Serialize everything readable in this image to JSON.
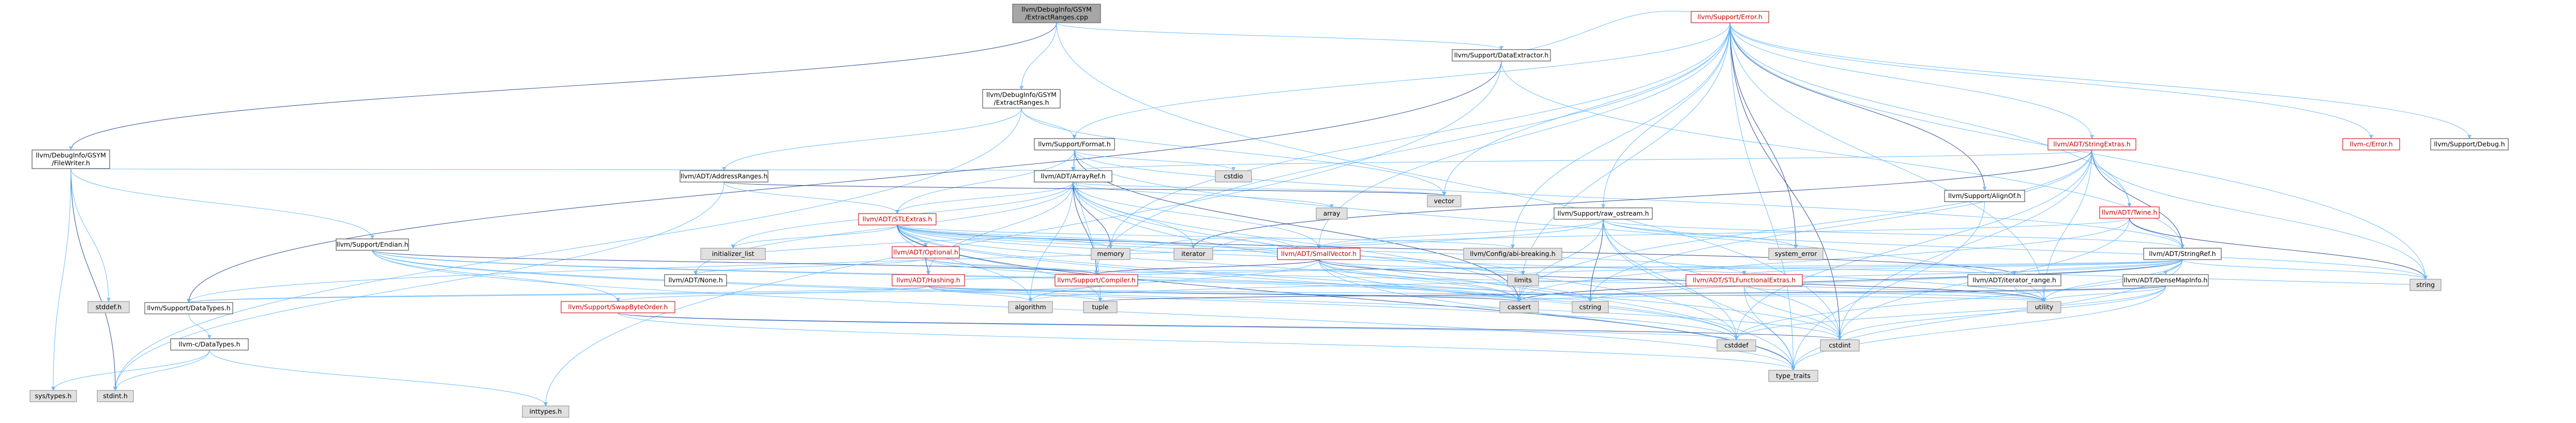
{
  "nodes": [
    {
      "id": "root",
      "style": "root",
      "lines": [
        "llvm/DebugInfo/GSYM",
        "/ExtractRanges.cpp"
      ]
    },
    {
      "id": "gsym_filewriter",
      "style": "normal",
      "lines": [
        "llvm/DebugInfo/GSYM",
        "/FileWriter.h"
      ]
    },
    {
      "id": "gsym_extractranges",
      "style": "normal",
      "lines": [
        "llvm/DebugInfo/GSYM",
        "/ExtractRanges.h"
      ]
    },
    {
      "id": "support_dataextractor",
      "style": "normal",
      "lines": [
        "llvm/Support/DataExtractor.h"
      ]
    },
    {
      "id": "support_error",
      "style": "red",
      "lines": [
        "llvm/Support/Error.h"
      ]
    },
    {
      "id": "support_format",
      "style": "normal",
      "lines": [
        "llvm/Support/Format.h"
      ]
    },
    {
      "id": "adt_stringextras",
      "style": "red",
      "lines": [
        "llvm/ADT/StringExtras.h"
      ]
    },
    {
      "id": "llvmc_error",
      "style": "red",
      "lines": [
        "llvm-c/Error.h"
      ]
    },
    {
      "id": "support_debug",
      "style": "normal",
      "lines": [
        "llvm/Support/Debug.h"
      ]
    },
    {
      "id": "adt_arrayref",
      "style": "normal",
      "lines": [
        "llvm/ADT/ArrayRef.h"
      ]
    },
    {
      "id": "adt_addressranges",
      "style": "normal",
      "lines": [
        "llvm/ADT/AddressRanges.h"
      ]
    },
    {
      "id": "support_alignof",
      "style": "normal",
      "lines": [
        "llvm/Support/AlignOf.h"
      ]
    },
    {
      "id": "adt_twine",
      "style": "red",
      "lines": [
        "llvm/ADT/Twine.h"
      ]
    },
    {
      "id": "support_raw_ostream",
      "style": "normal",
      "lines": [
        "llvm/Support/raw_ostream.h"
      ]
    },
    {
      "id": "adt_stlextras",
      "style": "red",
      "lines": [
        "llvm/ADT/STLExtras.h"
      ]
    },
    {
      "id": "adt_stringref",
      "style": "normal",
      "lines": [
        "llvm/ADT/StringRef.h"
      ]
    },
    {
      "id": "support_endian",
      "style": "normal",
      "lines": [
        "llvm/Support/Endian.h"
      ]
    },
    {
      "id": "adt_optional",
      "style": "red",
      "lines": [
        "llvm/ADT/Optional.h"
      ]
    },
    {
      "id": "adt_smallvector",
      "style": "red",
      "lines": [
        "llvm/ADT/SmallVector.h"
      ]
    },
    {
      "id": "config_abi_breaking",
      "style": "sys",
      "lines": [
        "llvm/Config/abi-breaking.h"
      ]
    },
    {
      "id": "adt_stlfunctionalextras",
      "style": "red",
      "lines": [
        "llvm/ADT/STLFunctionalExtras.h"
      ]
    },
    {
      "id": "adt_densemapinfo",
      "style": "normal",
      "lines": [
        "llvm/ADT/DenseMapInfo.h"
      ]
    },
    {
      "id": "adt_iterator_range",
      "style": "normal",
      "lines": [
        "llvm/ADT/iterator_range.h"
      ]
    },
    {
      "id": "adt_none",
      "style": "normal",
      "lines": [
        "llvm/ADT/None.h"
      ]
    },
    {
      "id": "adt_hashing",
      "style": "red",
      "lines": [
        "llvm/ADT/Hashing.h"
      ]
    },
    {
      "id": "support_compiler",
      "style": "red",
      "lines": [
        "llvm/Support/Compiler.h"
      ]
    },
    {
      "id": "support_swapbyteorder",
      "style": "red",
      "lines": [
        "llvm/Support/SwapByteOrder.h"
      ]
    },
    {
      "id": "support_datatypes",
      "style": "normal",
      "lines": [
        "llvm/Support/DataTypes.h"
      ]
    },
    {
      "id": "llvmc_datatypes",
      "style": "normal",
      "lines": [
        "llvm-c/DataTypes.h"
      ]
    },
    {
      "id": "inttypes",
      "style": "sys",
      "lines": [
        "inttypes.h"
      ]
    },
    {
      "id": "sys_types",
      "style": "sys",
      "lines": [
        "sys/types.h"
      ]
    },
    {
      "id": "stdint",
      "style": "sys",
      "lines": [
        "stdint.h"
      ]
    },
    {
      "id": "stddef",
      "style": "sys",
      "lines": [
        "stddef.h"
      ]
    },
    {
      "id": "cstdio",
      "style": "sys",
      "lines": [
        "cstdio"
      ]
    },
    {
      "id": "array",
      "style": "sys",
      "lines": [
        "array"
      ]
    },
    {
      "id": "vector",
      "style": "sys",
      "lines": [
        "vector"
      ]
    },
    {
      "id": "system_error",
      "style": "sys",
      "lines": [
        "system_error"
      ]
    },
    {
      "id": "initializer_list",
      "style": "sys",
      "lines": [
        "initializer_list"
      ]
    },
    {
      "id": "memory",
      "style": "sys",
      "lines": [
        "memory"
      ]
    },
    {
      "id": "iterator",
      "style": "sys",
      "lines": [
        "iterator"
      ]
    },
    {
      "id": "limits",
      "style": "sys",
      "lines": [
        "limits"
      ]
    },
    {
      "id": "algorithm",
      "style": "sys",
      "lines": [
        "algorithm"
      ]
    },
    {
      "id": "tuple",
      "style": "sys",
      "lines": [
        "tuple"
      ]
    },
    {
      "id": "cassert",
      "style": "sys",
      "lines": [
        "cassert"
      ]
    },
    {
      "id": "cstring",
      "style": "sys",
      "lines": [
        "cstring"
      ]
    },
    {
      "id": "utility",
      "style": "sys",
      "lines": [
        "utility"
      ]
    },
    {
      "id": "string",
      "style": "sys",
      "lines": [
        "string"
      ]
    },
    {
      "id": "type_traits",
      "style": "sys",
      "lines": [
        "type_traits"
      ]
    },
    {
      "id": "cstddef",
      "style": "sys",
      "lines": [
        "cstddef"
      ]
    },
    {
      "id": "cstdint",
      "style": "sys",
      "lines": [
        "cstdint"
      ]
    }
  ],
  "edges": [
    [
      "root",
      "gsym_filewriter"
    ],
    [
      "root",
      "gsym_extractranges"
    ],
    [
      "root",
      "support_dataextractor"
    ],
    [
      "root",
      "cstdint"
    ],
    [
      "gsym_filewriter",
      "adt_arrayref"
    ],
    [
      "gsym_filewriter",
      "support_endian"
    ],
    [
      "gsym_filewriter",
      "stddef"
    ],
    [
      "gsym_filewriter",
      "stdint"
    ],
    [
      "gsym_filewriter",
      "sys_types"
    ],
    [
      "gsym_extractranges",
      "adt_addressranges"
    ],
    [
      "gsym_extractranges",
      "support_format"
    ],
    [
      "gsym_extractranges",
      "stdint"
    ],
    [
      "gsym_extractranges",
      "vector"
    ],
    [
      "support_dataextractor",
      "support_error"
    ],
    [
      "support_dataextractor",
      "support_datatypes"
    ],
    [
      "support_dataextractor",
      "adt_stringref"
    ],
    [
      "support_dataextractor",
      "inttypes"
    ],
    [
      "support_error",
      "llvmc_error"
    ],
    [
      "support_error",
      "adt_stringextras"
    ],
    [
      "support_error",
      "adt_twine"
    ],
    [
      "support_error",
      "config_abi_breaking"
    ],
    [
      "support_error",
      "support_alignof"
    ],
    [
      "support_error",
      "support_compiler"
    ],
    [
      "support_error",
      "support_debug"
    ],
    [
      "support_error",
      "support_format"
    ],
    [
      "support_error",
      "support_raw_ostream"
    ],
    [
      "support_error",
      "adt_smallvector"
    ],
    [
      "support_error",
      "cassert"
    ],
    [
      "support_error",
      "cstdint"
    ],
    [
      "support_error",
      "cstdlib"
    ],
    [
      "support_error",
      "functional"
    ],
    [
      "support_error",
      "memory"
    ],
    [
      "support_error",
      "new"
    ],
    [
      "support_error",
      "optional"
    ],
    [
      "support_error",
      "string"
    ],
    [
      "support_error",
      "system_error"
    ],
    [
      "support_error",
      "type_traits"
    ],
    [
      "support_error",
      "utility"
    ],
    [
      "support_error",
      "vector"
    ],
    [
      "support_format",
      "adt_arrayref"
    ],
    [
      "support_format",
      "adt_stlextras"
    ],
    [
      "support_format",
      "adt_stringref"
    ],
    [
      "support_format",
      "cassert"
    ],
    [
      "support_format",
      "cstdio"
    ],
    [
      "support_format",
      "optional"
    ],
    [
      "support_format",
      "tuple"
    ],
    [
      "support_format",
      "utility"
    ],
    [
      "adt_stringextras",
      "adt_arrayref"
    ],
    [
      "adt_stringextras",
      "adt_smallstring"
    ],
    [
      "adt_stringextras",
      "adt_stringref"
    ],
    [
      "adt_stringextras",
      "adt_twine"
    ],
    [
      "adt_stringextras",
      "cassert"
    ],
    [
      "adt_stringextras",
      "cstddef"
    ],
    [
      "adt_stringextras",
      "cstdint"
    ],
    [
      "adt_stringextras",
      "cstdlib"
    ],
    [
      "adt_stringextras",
      "cstring"
    ],
    [
      "adt_stringextras",
      "iterator"
    ],
    [
      "adt_stringextras",
      "string"
    ],
    [
      "adt_stringextras",
      "utility"
    ],
    [
      "adt_arrayref",
      "adt_hashing"
    ],
    [
      "adt_arrayref",
      "adt_none"
    ],
    [
      "adt_arrayref",
      "adt_smallvector"
    ],
    [
      "adt_arrayref",
      "adt_stlextras"
    ],
    [
      "adt_arrayref",
      "support_compiler"
    ],
    [
      "adt_arrayref",
      "algorithm"
    ],
    [
      "adt_arrayref",
      "array"
    ],
    [
      "adt_arrayref",
      "cassert"
    ],
    [
      "adt_arrayref",
      "cstddef"
    ],
    [
      "adt_arrayref",
      "initializer_list"
    ],
    [
      "adt_arrayref",
      "iterator"
    ],
    [
      "adt_arrayref",
      "memory"
    ],
    [
      "adt_arrayref",
      "type_traits"
    ],
    [
      "adt_arrayref",
      "vector"
    ],
    [
      "adt_arrayref",
      "optional"
    ],
    [
      "adt_addressranges",
      "adt_stlextras"
    ],
    [
      "adt_addressranges",
      "assert"
    ],
    [
      "adt_addressranges",
      "stdint"
    ],
    [
      "adt_addressranges",
      "vector"
    ],
    [
      "support_alignof",
      "type_traits"
    ],
    [
      "adt_twine",
      "adt_smallvector"
    ],
    [
      "adt_twine",
      "adt_stringref"
    ],
    [
      "adt_twine",
      "support_errorhandling"
    ],
    [
      "adt_twine",
      "cassert"
    ],
    [
      "adt_twine",
      "cstdint"
    ],
    [
      "adt_twine",
      "string"
    ],
    [
      "support_raw_ostream",
      "adt_smallvector"
    ],
    [
      "support_raw_ostream",
      "adt_stringref"
    ],
    [
      "support_raw_ostream",
      "support_datatypes"
    ],
    [
      "support_raw_ostream",
      "cassert"
    ],
    [
      "support_raw_ostream",
      "cstddef"
    ],
    [
      "support_raw_ostream",
      "cstdint"
    ],
    [
      "support_raw_ostream",
      "cstring"
    ],
    [
      "support_raw_ostream",
      "string"
    ],
    [
      "support_raw_ostream",
      "system_error"
    ],
    [
      "support_raw_ostream",
      "type_traits"
    ],
    [
      "adt_stlextras",
      "adt_optional"
    ],
    [
      "adt_stlextras",
      "adt_stlfunctionalextras"
    ],
    [
      "adt_stlextras",
      "adt_iterator"
    ],
    [
      "adt_stlextras",
      "adt_iterator_range"
    ],
    [
      "adt_stlextras",
      "config_abi_breaking"
    ],
    [
      "adt_stlextras",
      "support_errorhandling"
    ],
    [
      "adt_stlextras",
      "algorithm"
    ],
    [
      "adt_stlextras",
      "cassert"
    ],
    [
      "adt_stlextras",
      "cstddef"
    ],
    [
      "adt_stlextras",
      "cstdint"
    ],
    [
      "adt_stlextras",
      "cstdlib"
    ],
    [
      "adt_stlextras",
      "functional"
    ],
    [
      "adt_stlextras",
      "initializer_list"
    ],
    [
      "adt_stlextras",
      "iterator"
    ],
    [
      "adt_stlextras",
      "limits"
    ],
    [
      "adt_stlextras",
      "memory"
    ],
    [
      "adt_stlextras",
      "tuple"
    ],
    [
      "adt_stlextras",
      "type_traits"
    ],
    [
      "adt_stlextras",
      "utility"
    ],
    [
      "adt_stringref",
      "adt_densemapinfo"
    ],
    [
      "adt_stringref",
      "adt_stlfunctionalextras"
    ],
    [
      "adt_stringref",
      "adt_iterator_range"
    ],
    [
      "adt_stringref",
      "support_compiler"
    ],
    [
      "adt_stringref",
      "algorithm"
    ],
    [
      "adt_stringref",
      "cassert"
    ],
    [
      "adt_stringref",
      "cstddef"
    ],
    [
      "adt_stringref",
      "cstring"
    ],
    [
      "adt_stringref",
      "limits"
    ],
    [
      "adt_stringref",
      "string"
    ],
    [
      "adt_stringref",
      "type_traits"
    ],
    [
      "adt_stringref",
      "utility"
    ],
    [
      "support_endian",
      "support_compiler"
    ],
    [
      "support_endian",
      "support_swapbyteorder"
    ],
    [
      "support_endian",
      "cassert"
    ],
    [
      "support_endian",
      "cstddef"
    ],
    [
      "support_endian",
      "cstdint"
    ],
    [
      "support_endian",
      "cstring"
    ],
    [
      "support_endian",
      "type_traits"
    ],
    [
      "adt_optional",
      "adt_hashing"
    ],
    [
      "adt_optional",
      "adt_none"
    ],
    [
      "adt_optional",
      "support_compiler"
    ],
    [
      "adt_optional",
      "support_type_traits"
    ],
    [
      "adt_optional",
      "cassert"
    ],
    [
      "adt_optional",
      "new"
    ],
    [
      "adt_optional",
      "utility"
    ],
    [
      "adt_smallvector",
      "support_compiler"
    ],
    [
      "adt_smallvector",
      "support_type_traits"
    ],
    [
      "adt_smallvector",
      "algorithm"
    ],
    [
      "adt_smallvector",
      "cassert"
    ],
    [
      "adt_smallvector",
      "cstddef"
    ],
    [
      "adt_smallvector",
      "cstdlib"
    ],
    [
      "adt_smallvector",
      "cstring"
    ],
    [
      "adt_smallvector",
      "functional"
    ],
    [
      "adt_smallvector",
      "initializer_list"
    ],
    [
      "adt_smallvector",
      "iterator"
    ],
    [
      "adt_smallvector",
      "limits"
    ],
    [
      "adt_smallvector",
      "memory"
    ],
    [
      "adt_smallvector",
      "new"
    ],
    [
      "adt_smallvector",
      "type_traits"
    ],
    [
      "adt_smallvector",
      "utility"
    ],
    [
      "adt_stlfunctionalextras",
      "cstdint"
    ],
    [
      "adt_stlfunctionalextras",
      "type_traits"
    ],
    [
      "adt_stlfunctionalextras",
      "utility"
    ],
    [
      "adt_densemapinfo",
      "cassert"
    ],
    [
      "adt_densemapinfo",
      "cstddef"
    ],
    [
      "adt_densemapinfo",
      "cstdint"
    ],
    [
      "adt_densemapinfo",
      "tuple"
    ],
    [
      "adt_densemapinfo",
      "type_traits"
    ],
    [
      "adt_densemapinfo",
      "utility"
    ],
    [
      "adt_iterator_range",
      "utility"
    ],
    [
      "adt_hashing",
      "support_datatypes"
    ],
    [
      "adt_hashing",
      "support_swapbyteorder"
    ],
    [
      "adt_hashing",
      "algorithm"
    ],
    [
      "adt_hashing",
      "cassert"
    ],
    [
      "adt_hashing",
      "cstring"
    ],
    [
      "adt_hashing",
      "string"
    ],
    [
      "adt_hashing",
      "tuple"
    ],
    [
      "adt_hashing",
      "utility"
    ],
    [
      "support_compiler",
      "support_datatypes"
    ],
    [
      "support_swapbyteorder",
      "cstddef"
    ],
    [
      "support_swapbyteorder",
      "cstdint"
    ],
    [
      "support_swapbyteorder",
      "type_traits"
    ],
    [
      "support_datatypes",
      "llvmc_datatypes"
    ],
    [
      "llvmc_datatypes",
      "inttypes"
    ],
    [
      "llvmc_datatypes",
      "stdint"
    ],
    [
      "llvmc_datatypes",
      "sys_types"
    ]
  ]
}
